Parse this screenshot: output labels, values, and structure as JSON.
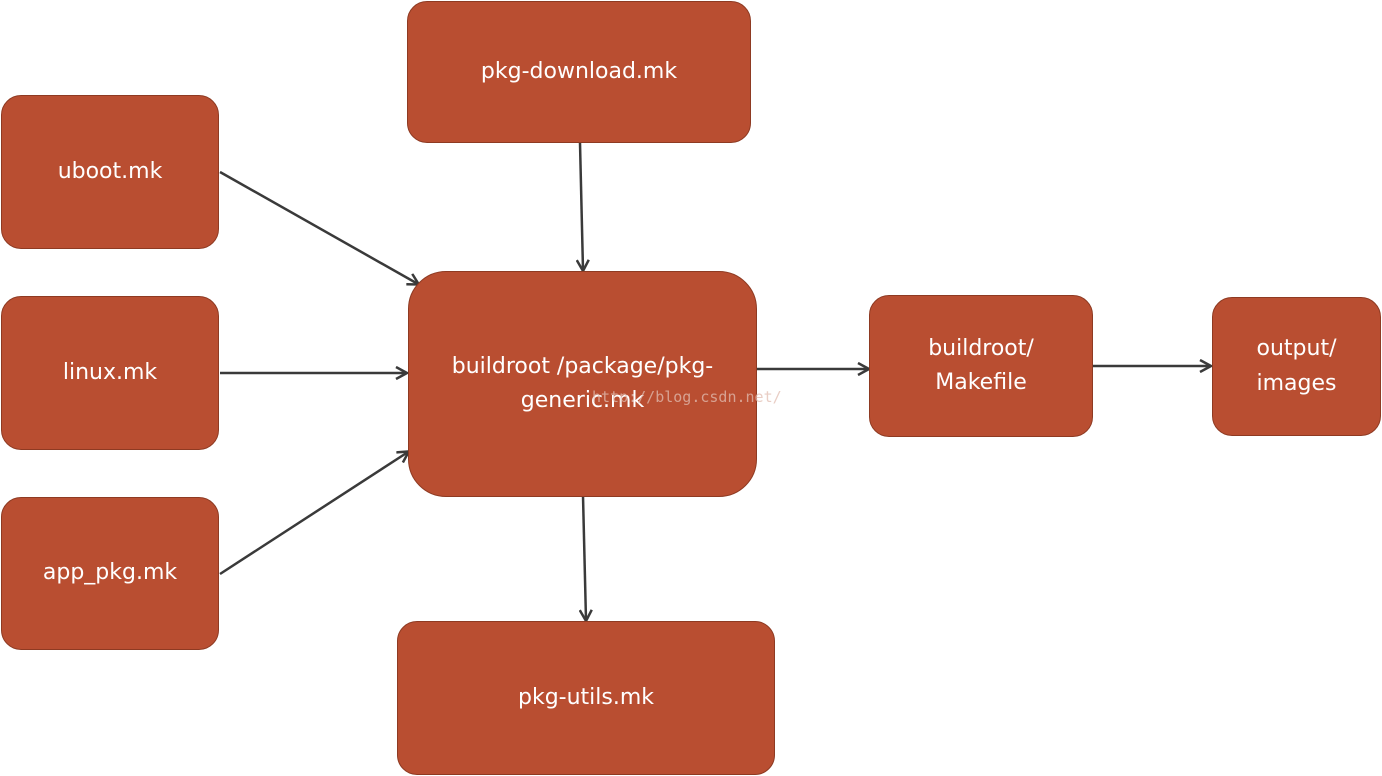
{
  "diagram": {
    "nodes": {
      "uboot": "uboot.mk",
      "linux": "linux.mk",
      "app_pkg": "app_pkg.mk",
      "pkg_download": "pkg-download.mk",
      "pkg_generic": "buildroot /package/pkg-generic.mk",
      "pkg_utils": "pkg-utils.mk",
      "makefile": "buildroot/ Makefile",
      "output": "output/ images"
    },
    "edges": [
      {
        "from": "uboot.mk",
        "to": "buildroot /package/pkg-generic.mk"
      },
      {
        "from": "linux.mk",
        "to": "buildroot /package/pkg-generic.mk"
      },
      {
        "from": "app_pkg.mk",
        "to": "buildroot /package/pkg-generic.mk"
      },
      {
        "from": "pkg-download.mk",
        "to": "buildroot /package/pkg-generic.mk"
      },
      {
        "from": "buildroot /package/pkg-generic.mk",
        "to": "pkg-utils.mk"
      },
      {
        "from": "buildroot /package/pkg-generic.mk",
        "to": "buildroot/ Makefile"
      },
      {
        "from": "buildroot/ Makefile",
        "to": "output/ images"
      }
    ],
    "watermark": "http://blog.csdn.net/",
    "colors": {
      "node_fill": "#b94e31",
      "node_border": "#8e3a22",
      "node_text": "#ffffff",
      "arrow": "#3a3a3a"
    }
  }
}
